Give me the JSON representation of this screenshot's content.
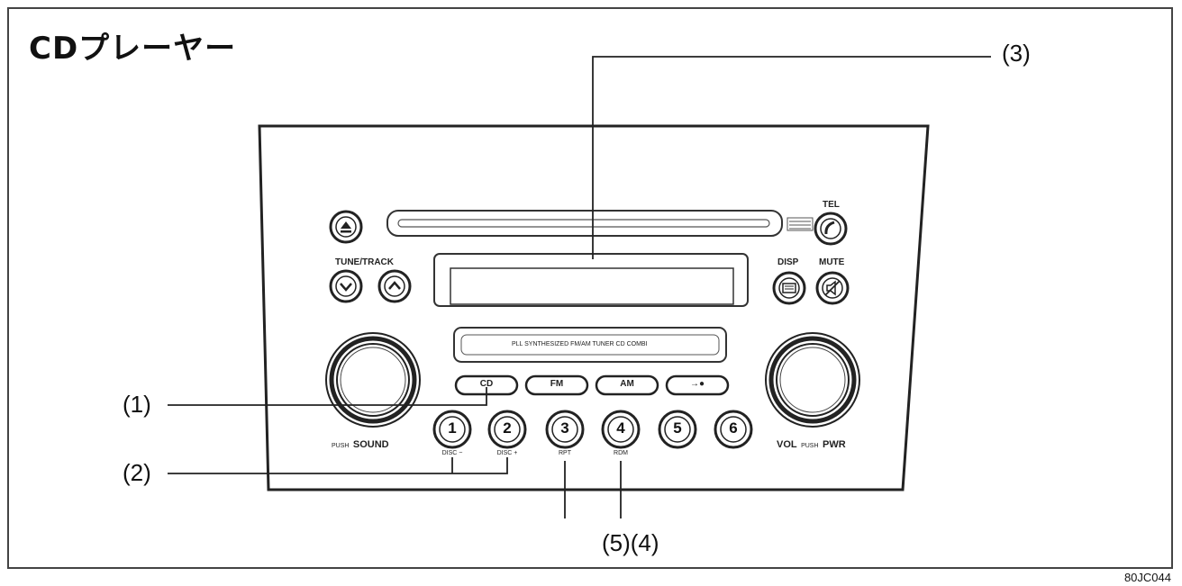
{
  "title": "CDプレーヤー",
  "figure_code": "80JC044",
  "callouts": {
    "c1": "(1)",
    "c2": "(2)",
    "c3": "(3)",
    "c54": "(5)(4)"
  },
  "radio": {
    "tel_label": "TEL",
    "tune_track_label": "TUNE/TRACK",
    "disp_label": "DISP",
    "mute_label": "MUTE",
    "tuner_text": "PLL SYNTHESIZED FM/AM TUNER CD COMBI",
    "push_sound_small": "PUSH",
    "push_sound_big": "SOUND",
    "vol_label": "VOL",
    "push_pwr_small": "PUSH",
    "pwr_label": "PWR",
    "mode_buttons": [
      "CD",
      "FM",
      "AM",
      "→●"
    ],
    "presets": [
      "1",
      "2",
      "3",
      "4",
      "5",
      "6"
    ],
    "preset_sublabels": [
      "DISC −",
      "DISC +",
      "RPT",
      "RDM"
    ]
  }
}
